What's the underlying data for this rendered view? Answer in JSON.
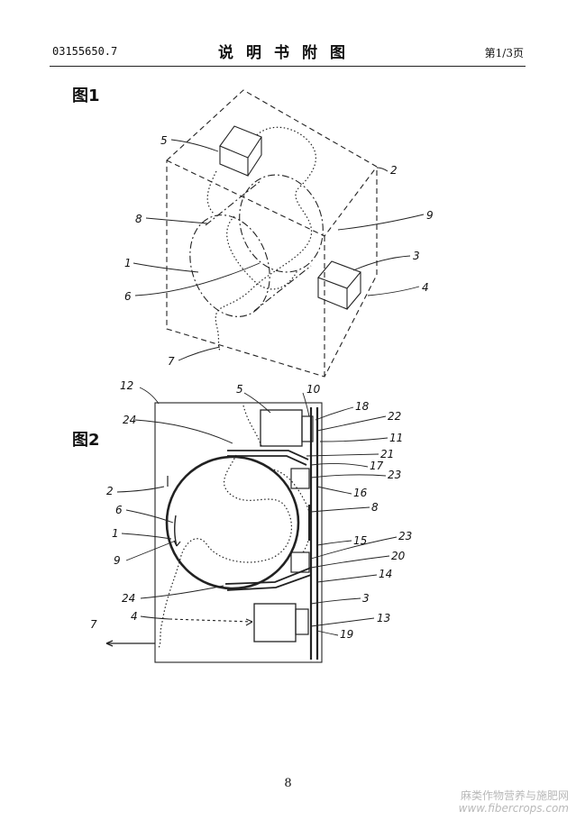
{
  "header": {
    "doc_number": "03155650.7",
    "title": "说明书附图",
    "page_ref": "第1/3页"
  },
  "figures": [
    {
      "label": "图1",
      "refs": [
        "1",
        "2",
        "3",
        "4",
        "5",
        "6",
        "7",
        "8",
        "9"
      ]
    },
    {
      "label": "图2",
      "refs": [
        "1",
        "2",
        "3",
        "4",
        "5",
        "6",
        "7",
        "8",
        "9",
        "10",
        "11",
        "12",
        "13",
        "14",
        "15",
        "16",
        "17",
        "18",
        "19",
        "20",
        "21",
        "22",
        "23",
        "23",
        "24",
        "24"
      ]
    }
  ],
  "footer": {
    "page_number": "8"
  },
  "watermark": {
    "text": "麻类作物营养与施肥网",
    "url": "www.fibercrops.com"
  }
}
